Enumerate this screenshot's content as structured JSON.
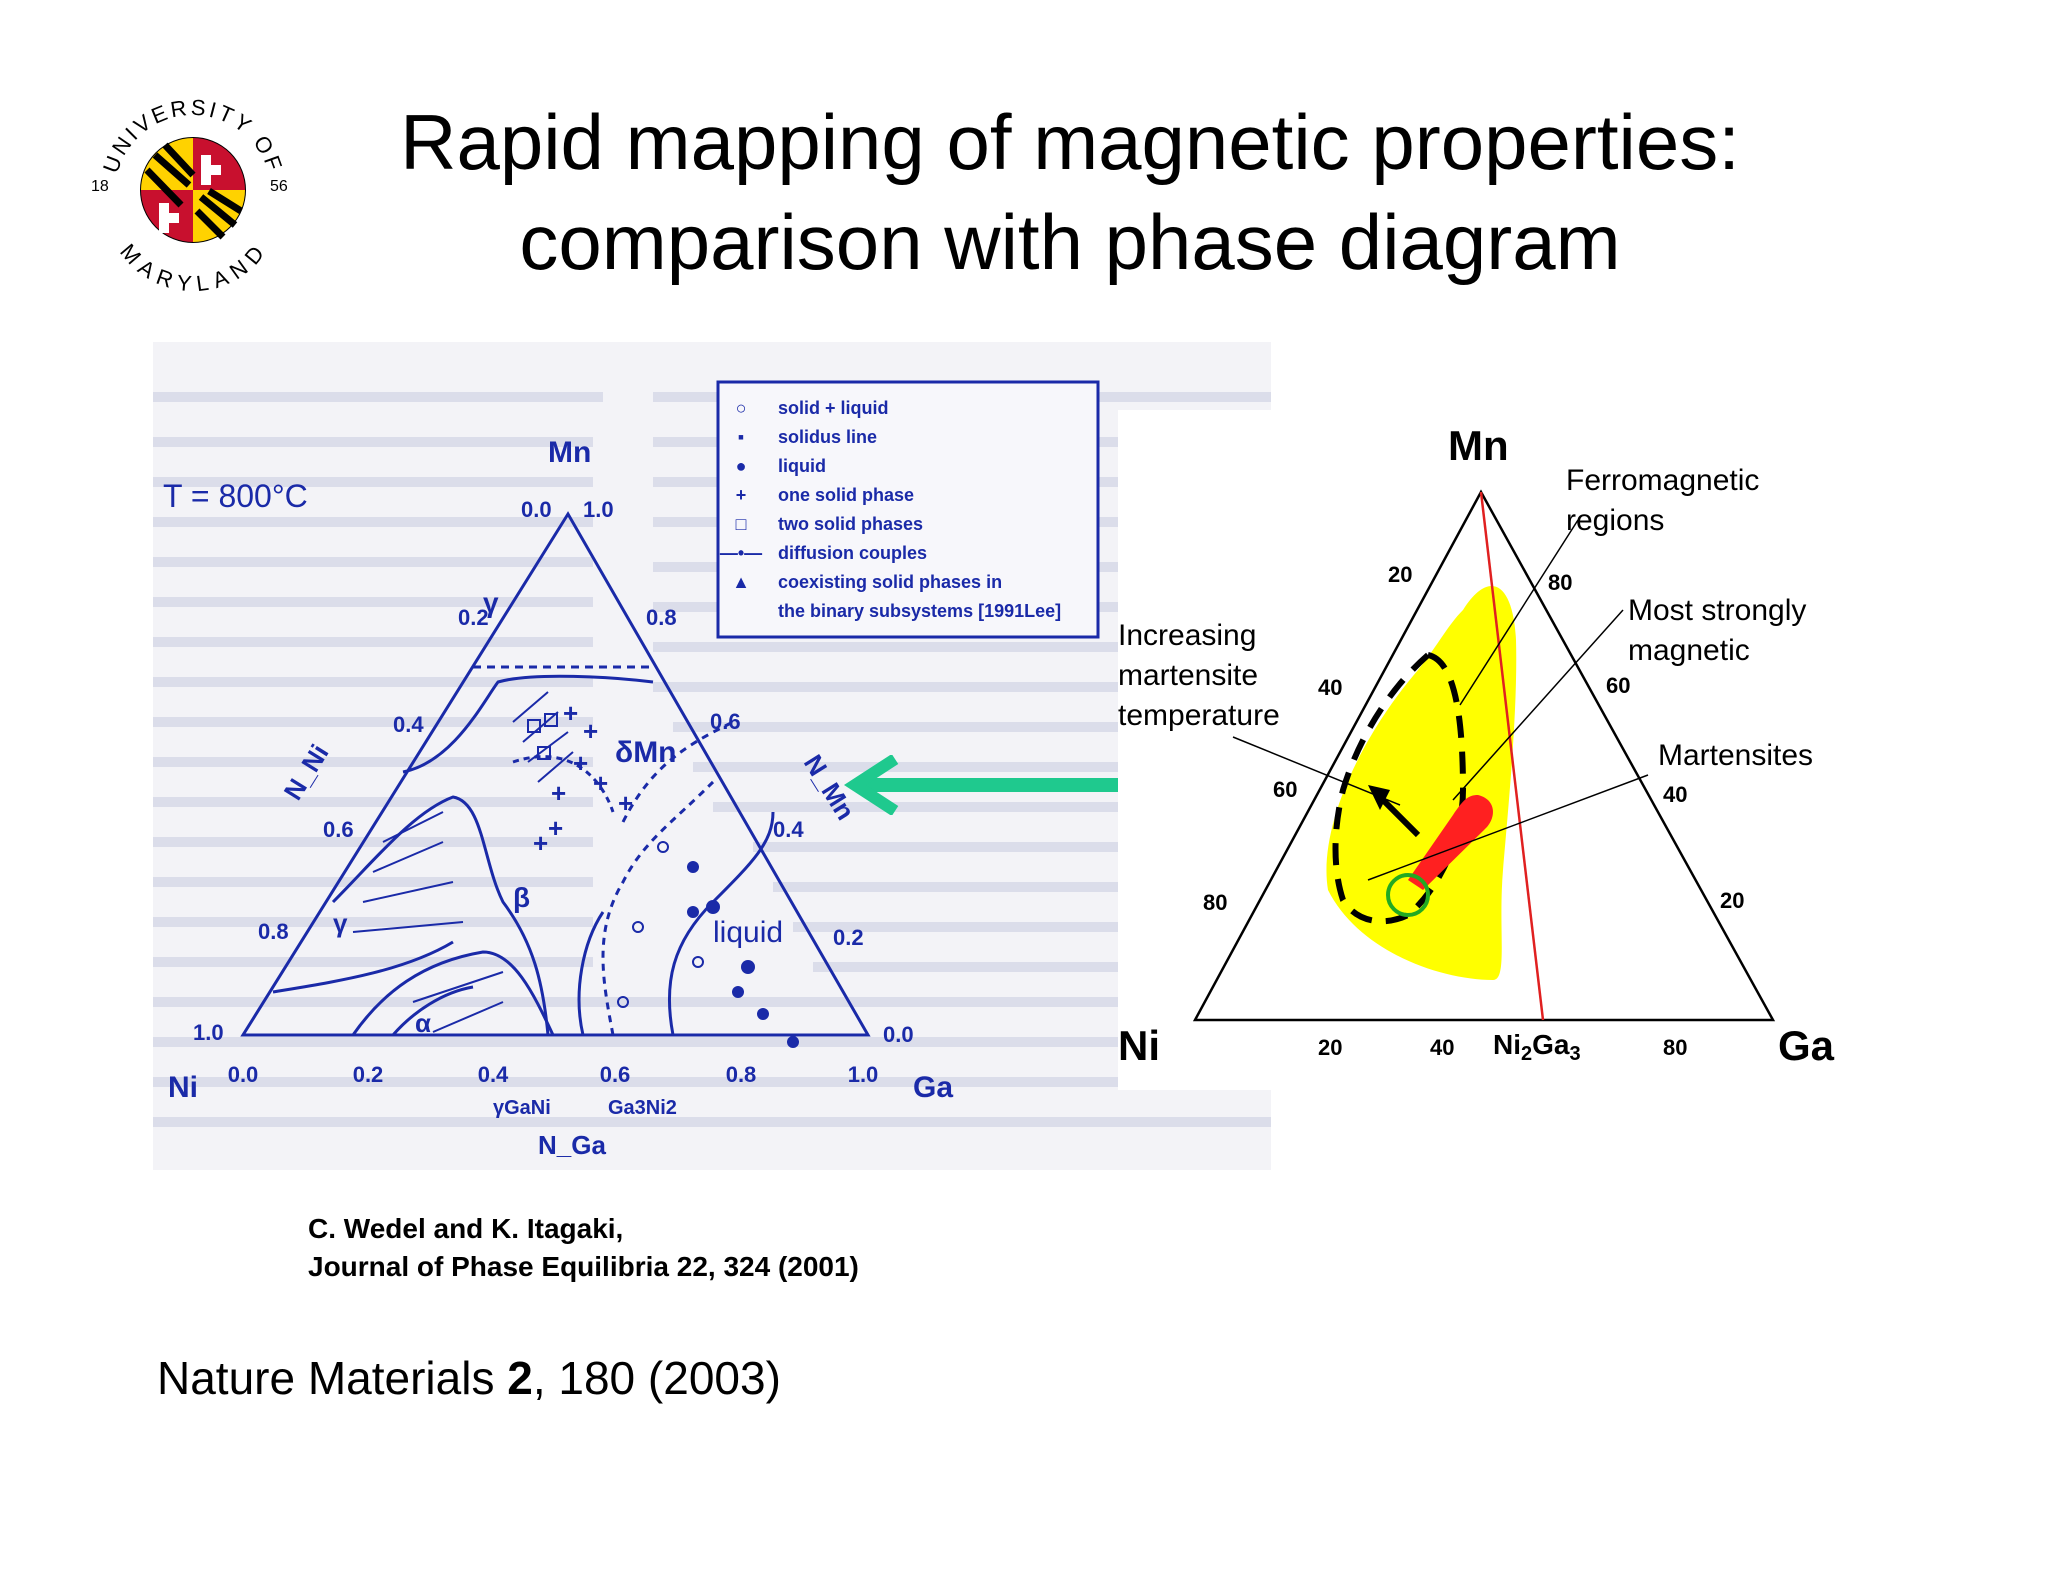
{
  "logo": {
    "top_text": "UNIVERSITY OF",
    "bottom_text": "MARYLAND",
    "year_left": "18",
    "year_right": "56",
    "colors": {
      "red": "#c8102e",
      "gold": "#ffd200",
      "black": "#000000"
    }
  },
  "title": {
    "line1": "Rapid mapping of magnetic properties:",
    "line2": "comparison with phase diagram"
  },
  "left_diagram": {
    "temperature": "T = 800°C",
    "vertex_top": "Mn",
    "vertex_left": "Ni",
    "vertex_right": "Ga",
    "left_edge_ticks": [
      "0.2",
      "0.4",
      "0.6",
      "0.8",
      "1.0"
    ],
    "right_edge_ticks": [
      "1.0",
      "0.8",
      "0.6",
      "0.4",
      "0.2",
      "0.0"
    ],
    "bottom_ticks": [
      "0.0",
      "0.2",
      "0.4",
      "0.6",
      "0.8",
      "1.0"
    ],
    "top_tick_left": "0.0",
    "axis_left": "N_Ni",
    "axis_right": "N_Mn",
    "axis_bottom": "N_Ga",
    "region_labels": [
      "γ",
      "δMn",
      "β",
      "γ",
      "α",
      "liquid"
    ],
    "compound_labels": [
      "γGaNi",
      "Ga3Ni2"
    ],
    "legend": [
      {
        "symbol": "○",
        "label": "solid + liquid"
      },
      {
        "symbol": "▪",
        "label": "solidus line"
      },
      {
        "symbol": "●",
        "label": "liquid"
      },
      {
        "symbol": "+",
        "label": "one solid phase"
      },
      {
        "symbol": "□",
        "label": "two solid phases"
      },
      {
        "symbol": "—•—",
        "label": "diffusion couples"
      },
      {
        "symbol": "▲",
        "label": "coexisting solid phases in"
      },
      {
        "symbol": "",
        "label": "the binary subsystems [1991Lee]"
      }
    ],
    "colors": {
      "ink": "#1a2aa8",
      "paper": "#f3f3f7"
    }
  },
  "right_diagram": {
    "vertex_top": "Mn",
    "vertex_left": "Ni",
    "vertex_right": "Ga",
    "left_edge_ticks": [
      "20",
      "40",
      "60",
      "80"
    ],
    "right_edge_ticks": [
      "80",
      "60",
      "40",
      "20"
    ],
    "bottom_ticks": [
      "20",
      "40",
      "80"
    ],
    "compound_label": "Ni2Ga3",
    "annotations": {
      "ferromagnetic": [
        "Ferromagnetic",
        "regions"
      ],
      "most_magnetic": [
        "Most strongly",
        "magnetic"
      ],
      "martensites": "Martensites",
      "martensite_temp": [
        "Increasing",
        "martensite",
        "temperature"
      ]
    },
    "colors": {
      "yellow": "#ffff00",
      "red": "#ff2020",
      "green": "#22aa22",
      "line": "#e02020"
    }
  },
  "connector_arrow": {
    "color": "#1fc98e",
    "direction": "left"
  },
  "citation": {
    "line1": "C. Wedel and K. Itagaki,",
    "line2": "Journal of Phase Equilibria 22, 324 (2001)"
  },
  "reference": {
    "journal": "Nature Materials ",
    "volume": "2",
    "rest": ", 180 (2003)"
  }
}
